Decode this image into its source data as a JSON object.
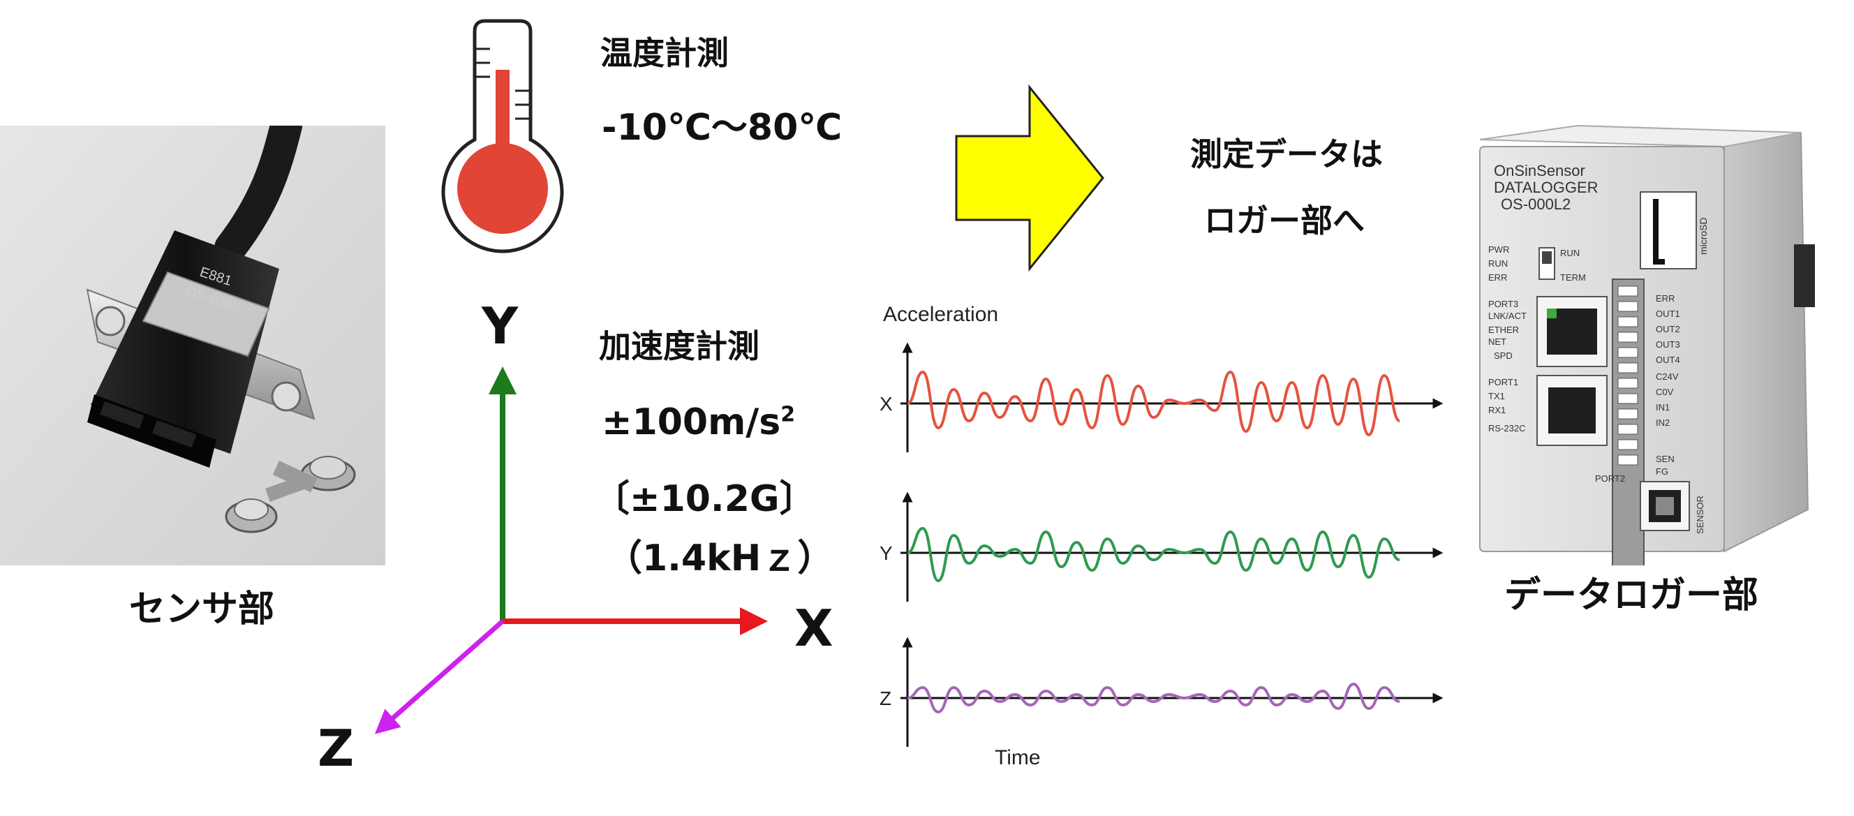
{
  "sensor": {
    "caption": "センサ部",
    "cable_marking_1": "E881",
    "cable_marking_2": "OS-000S"
  },
  "temperature": {
    "title": "温度計測",
    "range": "-10℃〜80℃"
  },
  "acceleration": {
    "title": "加速度計測",
    "range_base": "±100m/s",
    "range_exp": "2",
    "range_g": "〔±10.2G〕",
    "frequency": "（1.4kHｚ）"
  },
  "axes": {
    "x": "X",
    "y": "Y",
    "z": "Z"
  },
  "arrow_caption": {
    "line1": "測定データは",
    "line2": "ロガー部へ"
  },
  "logger": {
    "caption": "データロガー部",
    "brand": "OnSinSensor",
    "model_line": "DATALOGGER",
    "model": "OS-000L2",
    "sd_label": "SD",
    "microsd_label": "microSD",
    "run_label": "RUN",
    "term_label": "TERM",
    "left_leds": [
      "PWR",
      "RUN",
      "ERR"
    ],
    "port_labels": [
      "PORT3",
      "LNK/ACT",
      "ETHER",
      "NET",
      "SPD"
    ],
    "serial_labels": [
      "PORT1",
      "TX1",
      "RX1",
      "RS-232C"
    ],
    "terminal_labels": [
      "ERR",
      "OUT1",
      "OUT2",
      "OUT3",
      "OUT4",
      "C24V",
      "C0V",
      "IN1",
      "IN2",
      "SEN",
      "FG"
    ],
    "port2_label": "PORT2",
    "sensor_label": "SENSOR"
  },
  "colors": {
    "x_axis": "#e8191e",
    "y_axis": "#1d7a1d",
    "z_axis": "#cc22ee",
    "thermo_red": "#e04535",
    "arrow_yellow": "#ffff00",
    "wave_x": "#e5533f",
    "wave_y": "#2f9a4f",
    "wave_z": "#a565b8"
  },
  "chart_data": {
    "type": "line",
    "title": "Acceleration",
    "xlabel": "Time",
    "ylabel": "",
    "series": [
      {
        "name": "X",
        "values": [
          0,
          0.9,
          -0.7,
          0.4,
          -0.5,
          0.3,
          -0.4,
          0.2,
          -0.5,
          0.7,
          -0.6,
          0.4,
          -0.7,
          0.8,
          -0.6,
          0.5,
          -0.4,
          0.1,
          0,
          0.1,
          -0.2,
          0.9,
          -0.8,
          0.6,
          -0.5,
          0.6,
          -0.7,
          0.8,
          -0.6,
          0.7,
          -0.9,
          0.8,
          -0.5
        ]
      },
      {
        "name": "Y",
        "values": [
          0,
          0.7,
          -0.8,
          0.5,
          -0.3,
          0.2,
          -0.1,
          0.1,
          -0.3,
          0.6,
          -0.4,
          0.3,
          -0.5,
          0.4,
          -0.3,
          0.2,
          -0.2,
          0.1,
          0,
          0.1,
          -0.3,
          0.6,
          -0.5,
          0.4,
          -0.3,
          0.4,
          -0.5,
          0.6,
          -0.4,
          0.5,
          -0.7,
          0.4,
          -0.2
        ]
      },
      {
        "name": "Z",
        "values": [
          0,
          0.3,
          -0.4,
          0.3,
          -0.2,
          0.2,
          -0.1,
          0.1,
          -0.2,
          0.2,
          -0.1,
          0.1,
          -0.2,
          0.3,
          -0.2,
          0.1,
          -0.1,
          0.1,
          0,
          0.1,
          -0.1,
          0.2,
          -0.2,
          0.3,
          -0.2,
          0.1,
          -0.1,
          0.2,
          -0.3,
          0.4,
          -0.3,
          0.3,
          -0.1
        ]
      }
    ]
  }
}
